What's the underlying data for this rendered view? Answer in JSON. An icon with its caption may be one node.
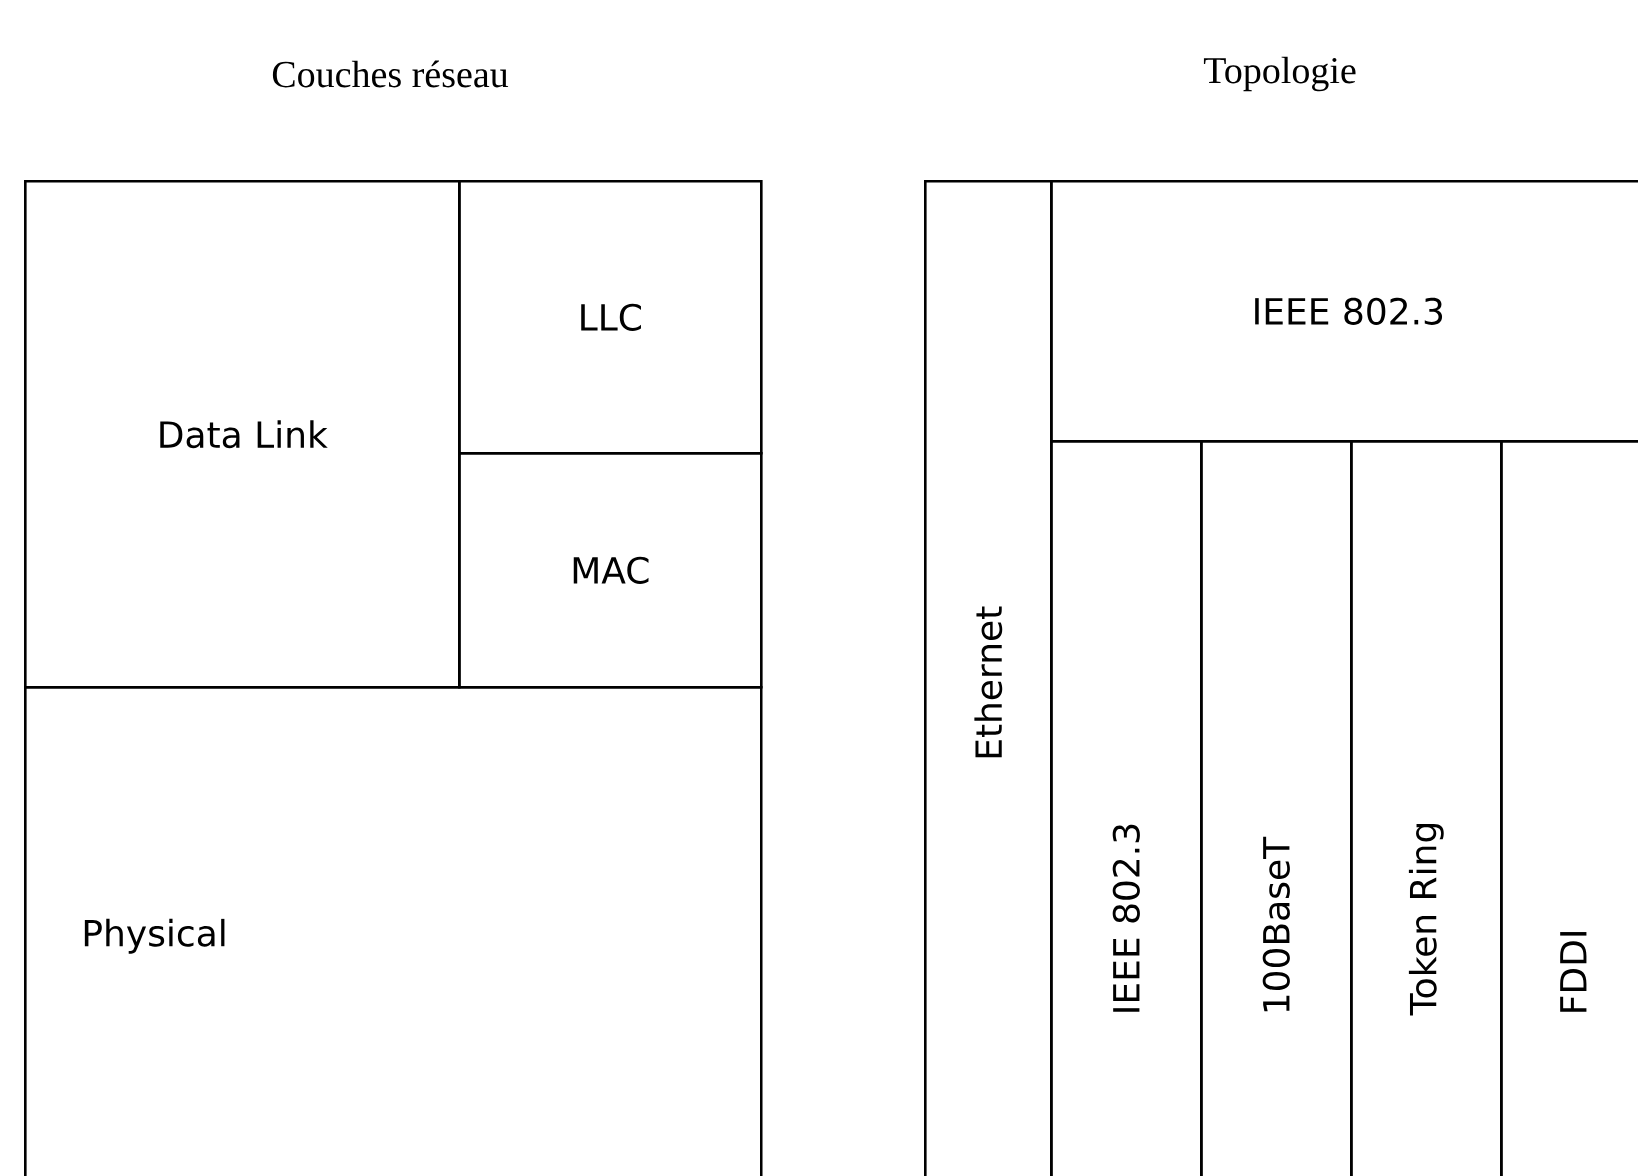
{
  "diagram": {
    "nodes": [
      {
        "text": [
          "Data Link"
        ]
      },
      {
        "text": [
          "LLC"
        ]
      },
      {
        "text": [
          "MAC"
        ]
      },
      {
        "text": [
          "Physical"
        ]
      },
      {
        "text": [
          "Ethernet"
        ]
      },
      {
        "text": [
          "IEEE 802.3"
        ]
      },
      {
        "text": [
          "IEEE 802.3"
        ]
      },
      {
        "text": [
          "100BaseT"
        ]
      },
      {
        "text": [
          "Token Ring"
        ]
      },
      {
        "text": [
          "FDDI"
        ]
      }
    ],
    "labels": [
      "Couches réseau",
      "Topologie"
    ]
  }
}
